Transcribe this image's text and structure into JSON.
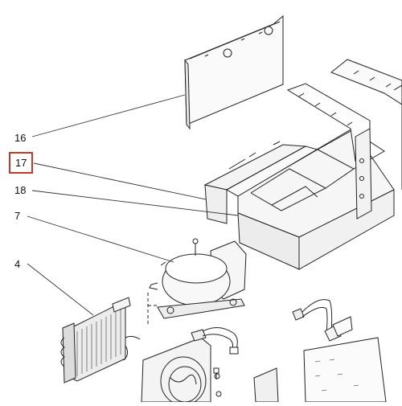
{
  "diagram": {
    "callouts": [
      {
        "id": "16",
        "label": "16",
        "part": "top-panel",
        "highlighted": false
      },
      {
        "id": "17",
        "label": "17",
        "part": "insulation-block",
        "highlighted": true
      },
      {
        "id": "18",
        "label": "18",
        "part": "evaporator-housing",
        "highlighted": false
      },
      {
        "id": "7",
        "label": "7",
        "part": "compressor",
        "highlighted": false
      },
      {
        "id": "4",
        "label": "4",
        "part": "condenser",
        "highlighted": false
      }
    ],
    "highlight_color": "#c0392b",
    "line_color": "#333333"
  }
}
